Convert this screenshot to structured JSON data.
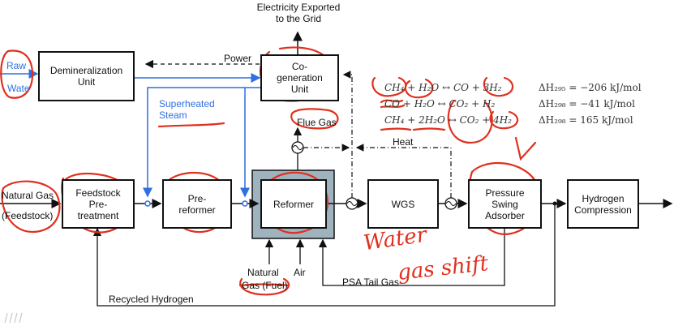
{
  "nodes": {
    "demin": "Demineralization\nUnit",
    "cogen": "Co-\ngeneration\nUnit",
    "feedstock": "Feedstock\nPre-\ntreatment",
    "prereformer": "Pre-\nreformer",
    "reformer": "Reformer",
    "wgs": "WGS",
    "psa": "Pressure\nSwing\nAdsorber",
    "compression": "Hydrogen\nCompression"
  },
  "labels": {
    "electricity": "Electricity Exported\nto the Grid",
    "raw_water_1": "Raw",
    "raw_water_2": "Wate",
    "power": "Power",
    "superheated_steam": "Superheated\nSteam",
    "flue_gas": "Flue Gas",
    "heat": "Heat",
    "natural_gas_feed_1": "Natural Gas",
    "natural_gas_feed_2": "(Feedstock)",
    "natural_gas_fuel_1": "Natural",
    "natural_gas_fuel_2": "Gas (Fuel)",
    "air": "Air",
    "psa_tail_gas": "PSA Tail Gas",
    "recycled_hydrogen": "Recycled Hydrogen"
  },
  "reactions": [
    {
      "equation": "CH₄ + H₂O ↔ CO + 3H₂",
      "enthalpy": "ΔH₂₉₅ = −206 kJ/mol"
    },
    {
      "equation": "CO + H₂O ↔ CO₂ + H₂",
      "enthalpy": "ΔH₂₉₈ = −41 kJ/mol"
    },
    {
      "equation": "CH₄ + 2H₂O ↔ CO₂ + 4H₂",
      "enthalpy": "ΔH₂₉₈ = 165 kJ/mol"
    }
  ],
  "annotations": {
    "handwriting_line1": "Water",
    "handwriting_line2": "gas shift"
  },
  "colors": {
    "steam_line": "#2f6fe0",
    "ink": "#e0301e",
    "reformer_fill": "#9fb3bf"
  }
}
